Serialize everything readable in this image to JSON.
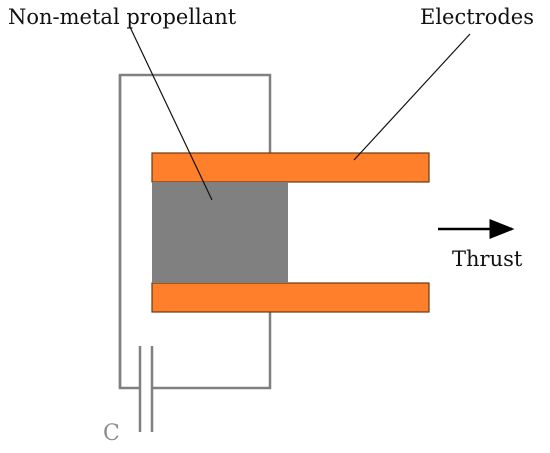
{
  "labels": {
    "propellant": "Non-metal propellant",
    "electrodes": "Electrodes",
    "thrust": "Thrust",
    "capacitor": "C"
  },
  "colors": {
    "electrode_fill": "#ff7f2a",
    "electrode_stroke": "#6b3a10",
    "propellant_fill": "#808080",
    "wire": "#808080",
    "leader_line": "#111111",
    "arrow": "#000000",
    "capacitor_label": "#8c8c8c"
  }
}
